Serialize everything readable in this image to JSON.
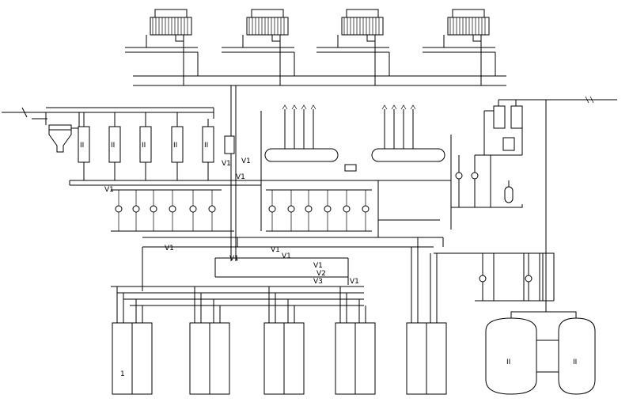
{
  "labels": {
    "v1": "V1",
    "v2": "V2",
    "v3": "V3",
    "tank_number": "1",
    "separator_label": "II",
    "filter_label": "II"
  },
  "colors": {
    "line": "#000000",
    "background": "#ffffff"
  }
}
